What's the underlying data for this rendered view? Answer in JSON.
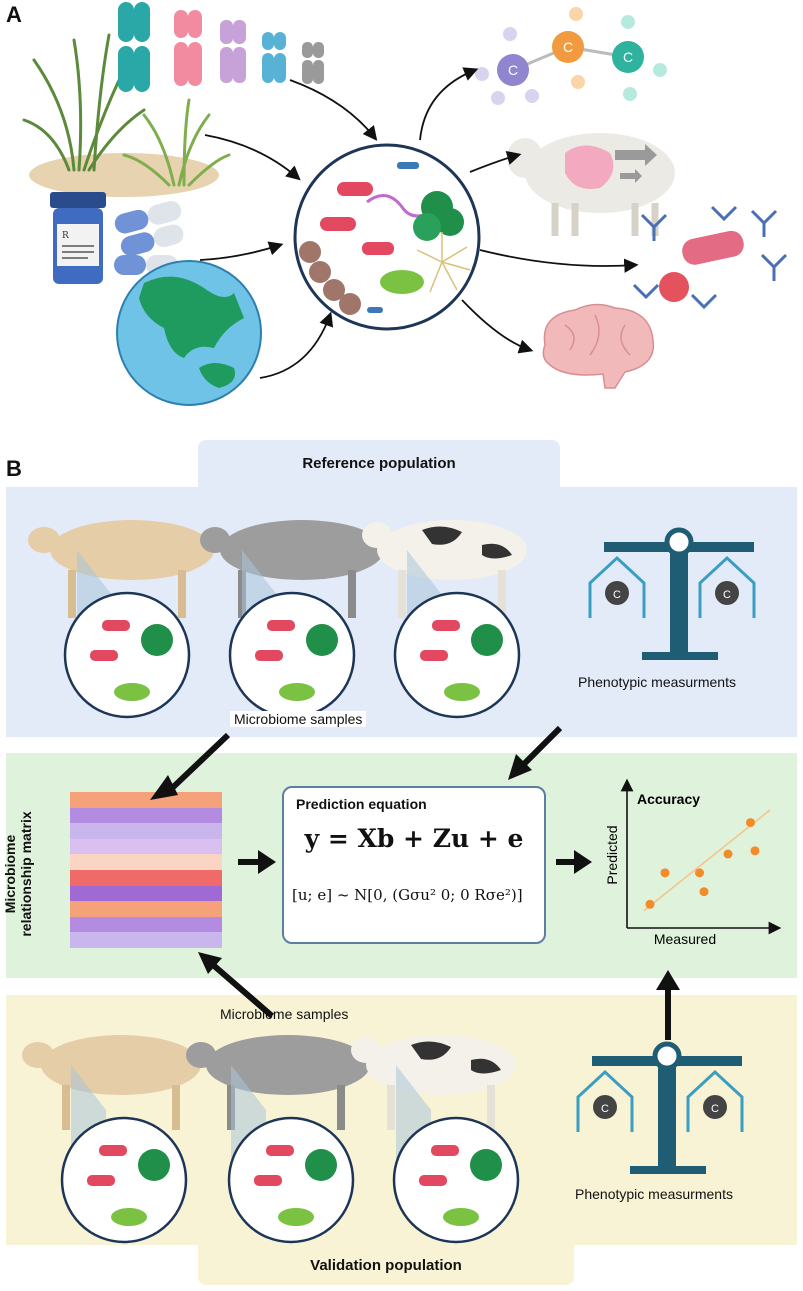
{
  "panel_a": {
    "label": "A"
  },
  "panel_b": {
    "label": "B",
    "reference_title": "Reference population",
    "validation_title": "Validation population",
    "microbiome_samples_top": "Microbiome samples",
    "microbiome_samples_bottom": "Microbiome samples",
    "phenotypic_top": "Phenotypic measurments",
    "phenotypic_bottom": "Phenotypic measurments",
    "matrix_label_line1": "Microbiome",
    "matrix_label_line2": "relationship matrix",
    "equation": {
      "title": "Prediction equation",
      "main": "y = Xb + Zu + e",
      "variance_lhs": "[u; e] ~ N[0, (Gσu² 0; 0 Rσe²)]"
    },
    "accuracy_plot": {
      "title": "Accuracy",
      "ylabel": "Predicted",
      "xlabel": "Measured"
    },
    "colors": {
      "reference_band": "#e3ebf9",
      "middle_band": "#dff2dc",
      "validation_band": "#f8f3d4",
      "scale": "#1e5d73",
      "point": "#f38b2a",
      "fit_line": "#f3c58c"
    }
  },
  "chart_data": {
    "type": "scatter",
    "title": "Accuracy",
    "xlabel": "Measured",
    "ylabel": "Predicted",
    "x": [
      1,
      2,
      4.3,
      4.6,
      6.2,
      7.7,
      8
    ],
    "y": [
      1,
      3,
      3,
      1.8,
      4.2,
      6.2,
      4.4
    ]
  },
  "icons": [
    "grass-icon",
    "chromosome-icon",
    "pill-bottle-icon",
    "capsule-icon",
    "globe-icon",
    "microbiome-circle-icon",
    "molecule-icon",
    "sheep-icon",
    "antibody-icon",
    "brain-icon",
    "cow-icon",
    "balance-scale-icon",
    "methane-icon"
  ]
}
